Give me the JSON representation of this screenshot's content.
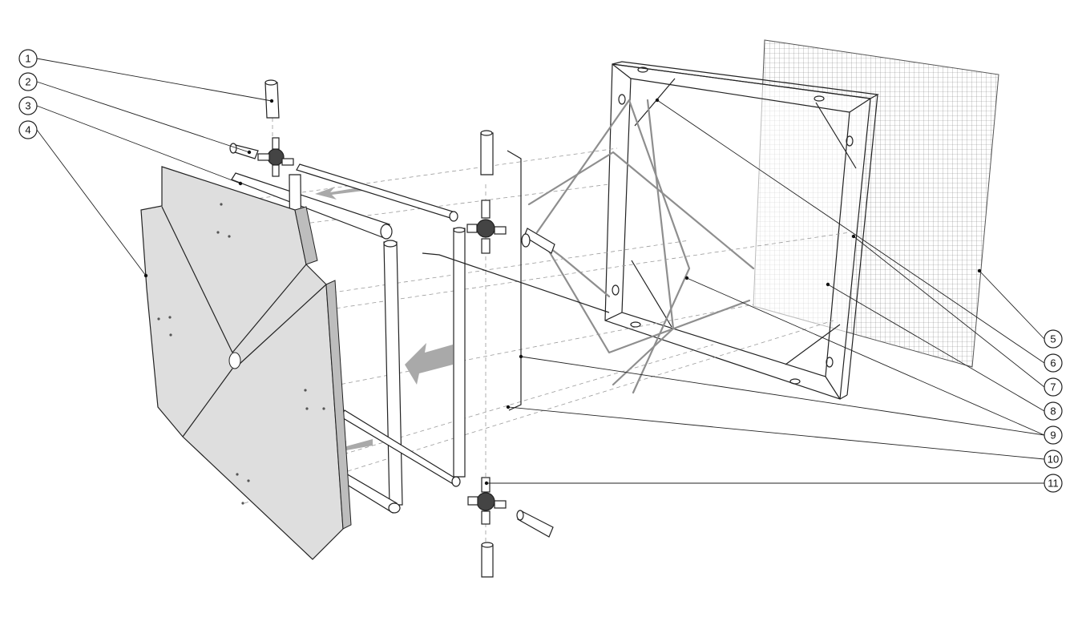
{
  "diagram": {
    "type": "exploded-assembly",
    "colors": {
      "line": "#222222",
      "panel_fill": "#dedede",
      "arrow": "#a9a9a9",
      "wire": "#8e8e8e",
      "mesh": "#8a8a8a"
    },
    "callouts": [
      {
        "id": "c1",
        "label": "1"
      },
      {
        "id": "c2",
        "label": "2"
      },
      {
        "id": "c3",
        "label": "3"
      },
      {
        "id": "c4",
        "label": "4"
      },
      {
        "id": "c5",
        "label": "5"
      },
      {
        "id": "c6",
        "label": "6"
      },
      {
        "id": "c7",
        "label": "7"
      },
      {
        "id": "c8",
        "label": "8"
      },
      {
        "id": "c9",
        "label": "9"
      },
      {
        "id": "c10",
        "label": "10"
      },
      {
        "id": "c11",
        "label": "11"
      }
    ]
  }
}
